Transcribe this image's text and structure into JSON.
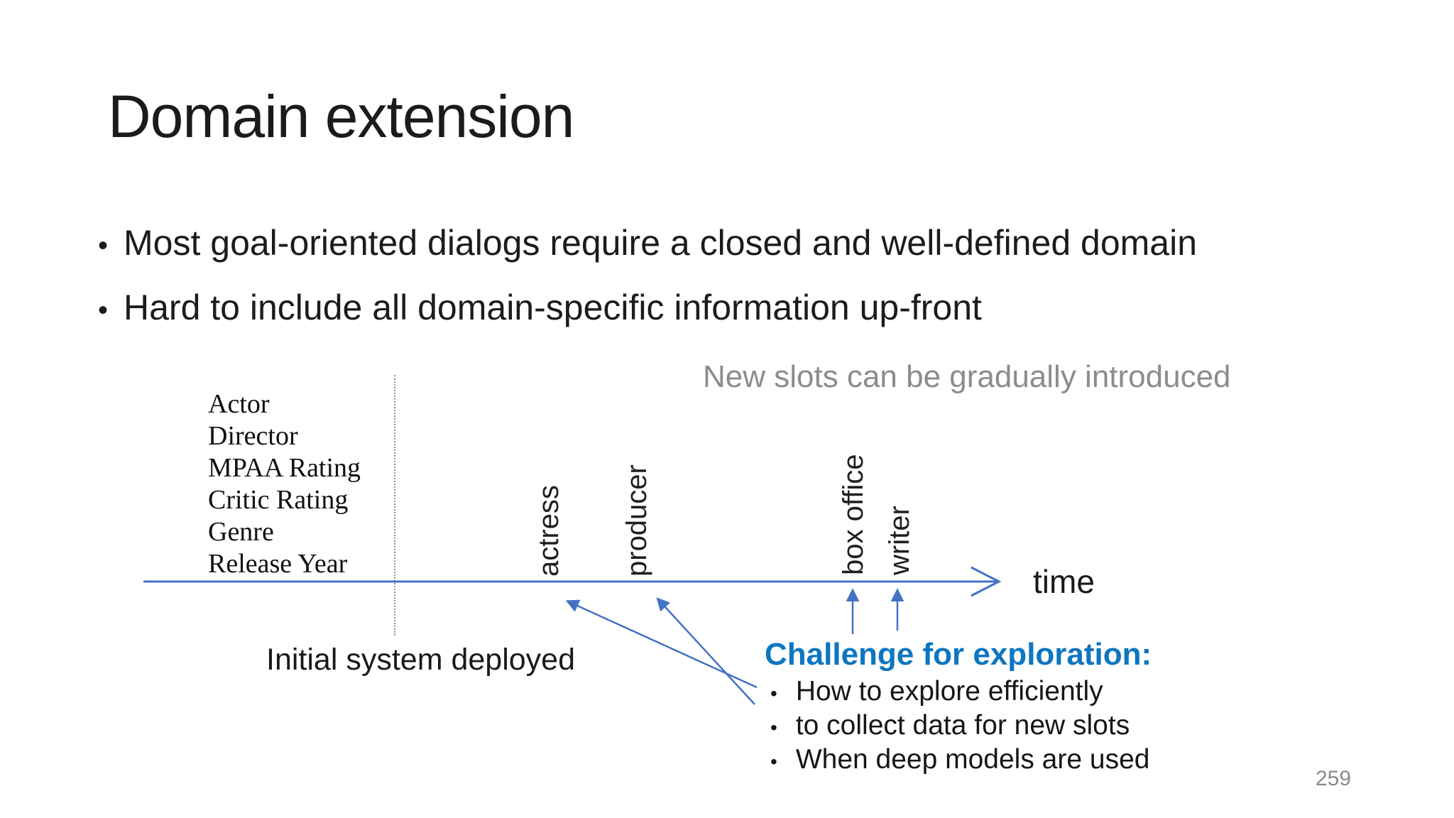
{
  "slide": {
    "title": "Domain extension",
    "bullet_char": "•",
    "bullets": [
      "Most goal-oriented dialogs require a closed and well-defined domain",
      "Hard to include all domain-specific information up-front"
    ],
    "page_number": "259"
  },
  "diagram": {
    "initial_slots": [
      "Actor",
      "Director",
      "MPAA Rating",
      "Critic Rating",
      "Genre",
      "Release Year"
    ],
    "new_slots": [
      "actress",
      "producer",
      "box office",
      "writer"
    ],
    "axis_label": "time",
    "deployment_label": "Initial system deployed",
    "note": "New slots can be gradually introduced",
    "challenge": {
      "heading": "Challenge for exploration:",
      "items": [
        "How to explore efficiently",
        "to collect data for new slots",
        "When deep models are used"
      ]
    },
    "colors": {
      "arrow_blue": "#4472c4",
      "challenge_blue": "#0d76c0",
      "note_gray": "#8c8c8c"
    }
  }
}
